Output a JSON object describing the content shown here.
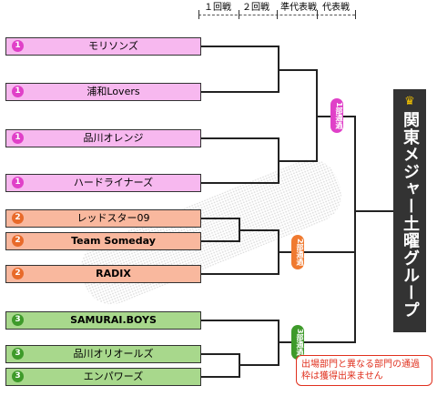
{
  "rounds": [
    {
      "label": "１回戦"
    },
    {
      "label": "２回戦"
    },
    {
      "label": "準代表戦"
    },
    {
      "label": "代表戦"
    }
  ],
  "teams": [
    {
      "division": "1",
      "name": "モリソンズ"
    },
    {
      "division": "1",
      "name": "浦和Lovers"
    },
    {
      "division": "1",
      "name": "品川オレンジ"
    },
    {
      "division": "1",
      "name": "ハードライナーズ"
    },
    {
      "division": "2",
      "name": "レッドスター09"
    },
    {
      "division": "2",
      "name": "Team Someday"
    },
    {
      "division": "2",
      "name": "RADIX"
    },
    {
      "division": "3",
      "name": "SAMURAI.BOYS"
    },
    {
      "division": "3",
      "name": "品川オリオールズ"
    },
    {
      "division": "3",
      "name": "エンパワーズ"
    }
  ],
  "qualifiers": [
    {
      "label": "1部通過"
    },
    {
      "label": "2部通過"
    },
    {
      "label": "3部通過"
    }
  ],
  "winner": {
    "crown": "♛",
    "title": "関東メジャー土曜グループ優勝"
  },
  "note": "出場部門と異なる部門の通過枠は獲得出来ません",
  "colors": {
    "division1": "#f7b8ef",
    "division2": "#f9b89e",
    "division3": "#a8d88c"
  }
}
